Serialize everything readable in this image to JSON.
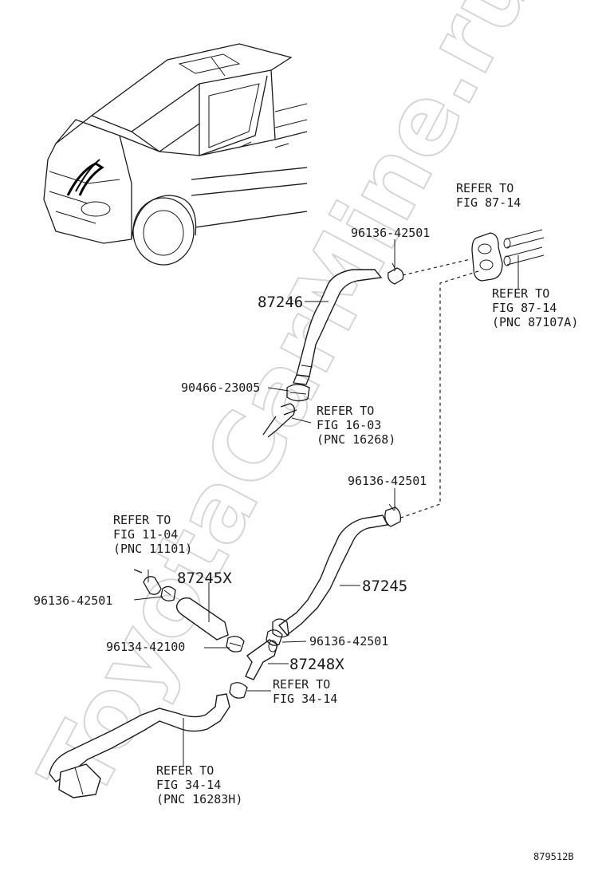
{
  "watermark": "ToyotaCarMine.ru",
  "figure_id": "879512B",
  "labels": {
    "refer_fig8714_top": [
      "REFER TO",
      "FIG 87-14"
    ],
    "clamp_top": "96136-42501",
    "refer_fig8714_pnc": [
      "REFER TO",
      "FIG 87-14",
      "(PNC 87107A)"
    ],
    "hose_87246": "87246",
    "clamp_90466": "90466-23005",
    "refer_fig1603": [
      "REFER TO",
      "FIG 16-03",
      "(PNC 16268)"
    ],
    "clamp_mid": "96136-42501",
    "refer_fig1104": [
      "REFER TO",
      "FIG 11-04",
      "(PNC 11101)"
    ],
    "hose_87245x": "87245X",
    "clamp_left": "96136-42501",
    "hose_87245": "87245",
    "clamp_96134": "96134-42100",
    "clamp_right": "96136-42501",
    "joint_87248x": "87248X",
    "refer_fig3414_a": [
      "REFER TO",
      "FIG 34-14"
    ],
    "refer_fig3414_b": [
      "REFER TO",
      "FIG 34-14",
      "(PNC 16283H)"
    ]
  }
}
